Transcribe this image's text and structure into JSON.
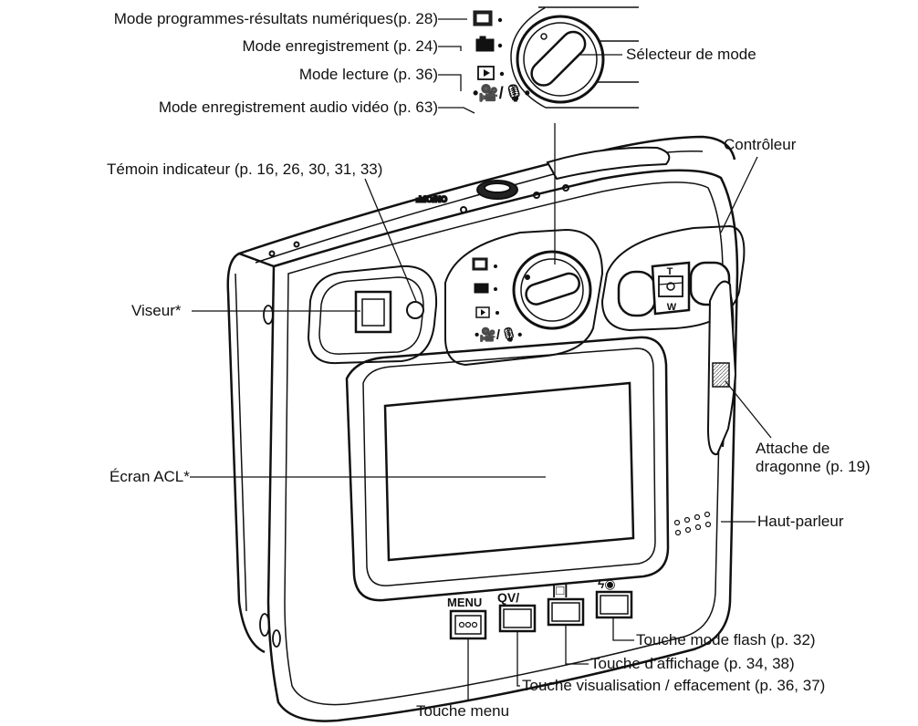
{
  "labels": {
    "mode_prog": "Mode programmes-résultats numériques(p. 28)",
    "mode_rec": "Mode enregistrement (p. 24)",
    "mode_play": "Mode lecture (p. 36)",
    "mode_movie": "Mode enregistrement audio vidéo (p. 63)",
    "selector": "Sélecteur de mode",
    "indicator": "Témoin indicateur (p. 16, 26, 30, 31, 33)",
    "controller": "Contrôleur",
    "viewfinder": "Viseur*",
    "strap": "Attache de\ndragonne (p. 19)",
    "lcd": "Écran ACL*",
    "speaker": "Haut-parleur",
    "flash_button": "Touche mode flash (p. 32)",
    "display_button": "Touche d’affichage (p. 34, 38)",
    "qv_button": "Touche visualisation / effacement (p. 36, 37)",
    "menu_button": "Touche menu"
  },
  "camera": {
    "menu_text": "MENU",
    "qv_text": "QV/",
    "display_text": "|□|",
    "flash_text": "ϟ◉",
    "zoom_t": "T",
    "zoom_w": "W",
    "power_text": "ON/OFF"
  }
}
